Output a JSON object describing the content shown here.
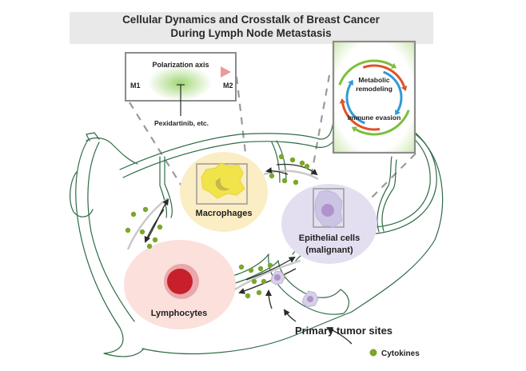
{
  "title": {
    "line1": "Cellular Dynamics and Crosstalk of Breast Cancer",
    "line2": "During Lymph Node Metastasis"
  },
  "polarization_box": {
    "heading": "Polarization axis",
    "left_label": "M1",
    "right_label": "M2",
    "inhibitor_label": "Pexidartinib, etc."
  },
  "cycle_box": {
    "line1": "Metabolic",
    "line2": "remodeling",
    "line3": "Immune evasion"
  },
  "cells": {
    "macrophages": "Macrophages",
    "epithelial_line1": "Epithelial cells",
    "epithelial_line2": "(malignant)",
    "lymphocytes": "Lymphocytes"
  },
  "primary_tumor_label": "Primary tumor sites",
  "legend": {
    "cytokines": "Cytokines"
  },
  "colors": {
    "vessel": "#2f6b45",
    "cytokine": "#7aa62a",
    "macrophage_bg": "#fbedc4",
    "epithelial_bg": "#e4dff0",
    "lymphocyte_bg": "#fbe0dc",
    "lymphocyte_core": "#c8202a",
    "cycle_green": "#7cbf3a",
    "cycle_red": "#e2502a",
    "cycle_blue": "#2e9bd6"
  }
}
